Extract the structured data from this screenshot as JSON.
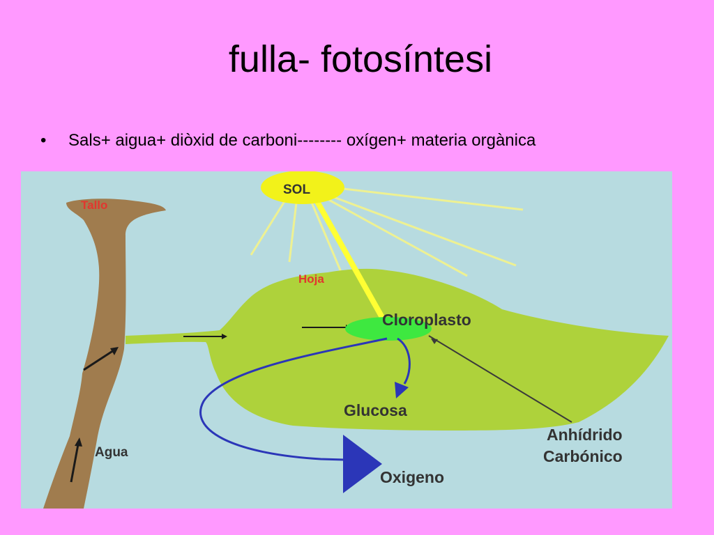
{
  "slide": {
    "title": "fulla- fotosíntesi",
    "bullet_symbol": "•",
    "bullet_text": "Sals+ aigua+ diòxid de carboni-------- oxígen+ materia orgànica"
  },
  "diagram": {
    "sun_label": "SOL",
    "stem_label": "Tallo",
    "leaf_label": "Hoja",
    "chloroplast_label": "Cloroplasto",
    "glucose_label": "Glucosa",
    "co2_label_line1": "Anhídrido",
    "co2_label_line2": "Carbónico",
    "water_label": "Agua",
    "oxygen_label": "Oxigeno"
  },
  "colors": {
    "slide_background": "#ff99ff",
    "sky": "#b7dbe0",
    "sun": "#f2f21a",
    "leaf": "#aed23b",
    "stem": "#a07c4e",
    "chloroplast": "#3ee840",
    "arrow_blue": "#2b36b8",
    "red_label": "#e2362f"
  }
}
